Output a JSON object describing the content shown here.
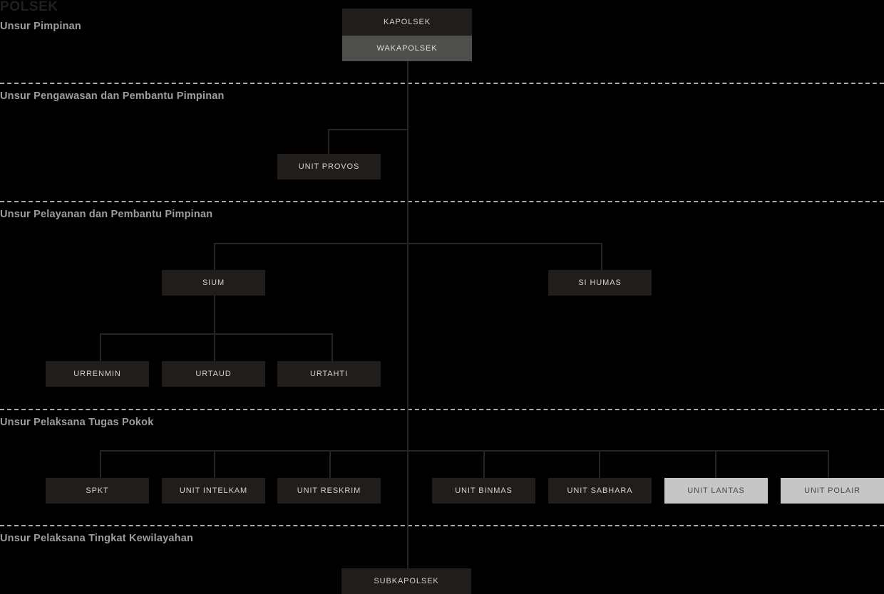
{
  "chart_data": {
    "type": "diagram",
    "title": "POLSEK",
    "subtitle": "",
    "description": "Organizational structure chart of an Indonesian POLSEK (police sector command)",
    "sections": [
      {
        "id": "pimpinan",
        "label": "Unsur Pimpinan"
      },
      {
        "id": "pengawasan",
        "label": "Unsur Pengawasan dan Pembantu Pimpinan"
      },
      {
        "id": "pelayanan",
        "label": "Unsur Pelayanan dan Pembantu Pimpinan"
      },
      {
        "id": "pelaksana",
        "label": "Unsur Pelaksana Tugas Pokok"
      },
      {
        "id": "kewilayahan",
        "label": "Unsur Pelaksana Tingkat Kewilayahan"
      }
    ],
    "nodes": [
      {
        "id": "kapolsek",
        "label": "KAPOLSEK",
        "section": "pimpinan",
        "style": "dark"
      },
      {
        "id": "wakapolsek",
        "label": "WAKAPOLSEK",
        "section": "pimpinan",
        "style": "gray"
      },
      {
        "id": "unit-provos",
        "label": "UNIT PROVOS",
        "section": "pengawasan",
        "style": "dark"
      },
      {
        "id": "sium",
        "label": "SIUM",
        "section": "pelayanan",
        "style": "dark"
      },
      {
        "id": "si-humas",
        "label": "SI HUMAS",
        "section": "pelayanan",
        "style": "dark"
      },
      {
        "id": "urrenmin",
        "label": "URRENMIN",
        "section": "pelayanan",
        "style": "dark"
      },
      {
        "id": "urtaud",
        "label": "URTAUD",
        "section": "pelayanan",
        "style": "dark"
      },
      {
        "id": "urtahti",
        "label": "URTAHTI",
        "section": "pelayanan",
        "style": "dark"
      },
      {
        "id": "spkt",
        "label": "SPKT",
        "section": "pelaksana",
        "style": "dark"
      },
      {
        "id": "unit-intelkam",
        "label": "UNIT INTELKAM",
        "section": "pelaksana",
        "style": "dark"
      },
      {
        "id": "unit-reskrim",
        "label": "UNIT RESKRIM",
        "section": "pelaksana",
        "style": "dark"
      },
      {
        "id": "unit-binmas",
        "label": "UNIT BINMAS",
        "section": "pelaksana",
        "style": "dark"
      },
      {
        "id": "unit-sabhara",
        "label": "UNIT SABHARA",
        "section": "pelaksana",
        "style": "dark"
      },
      {
        "id": "unit-lantas",
        "label": "UNIT LANTAS",
        "section": "pelaksana",
        "style": "light"
      },
      {
        "id": "unit-polair",
        "label": "UNIT POLAIR",
        "section": "pelaksana",
        "style": "light"
      },
      {
        "id": "subkapolsek",
        "label": "SUBKAPOLSEK",
        "section": "kewilayahan",
        "style": "dark"
      }
    ],
    "colors": {
      "background": "#000000",
      "box_dark": "#211d1b",
      "box_gray": "#4f4f4e",
      "box_light": "#c6c6c6",
      "line": "#2a2421",
      "separator": "#ababab",
      "label_text": "#9e9e9e",
      "title_text": "#231f1c"
    }
  },
  "title": {
    "text": "POLSEK"
  },
  "sections": {
    "pimpinan": "Unsur Pimpinan",
    "pengawasan": "Unsur Pengawasan dan Pembantu Pimpinan",
    "pelayanan": "Unsur Pelayanan dan Pembantu Pimpinan",
    "pelaksana": "Unsur Pelaksana Tugas Pokok",
    "kewilayahan": "Unsur Pelaksana Tingkat Kewilayahan"
  },
  "nodes": {
    "kapolsek": "KAPOLSEK",
    "wakapolsek": "WAKAPOLSEK",
    "unit_provos": "UNIT PROVOS",
    "sium": "SIUM",
    "si_humas": "SI HUMAS",
    "urrenmin": "URRENMIN",
    "urtaud": "URTAUD",
    "urtahti": "URTAHTI",
    "spkt": "SPKT",
    "unit_intelkam": "UNIT INTELKAM",
    "unit_reskrim": "UNIT RESKRIM",
    "unit_binmas": "UNIT BINMAS",
    "unit_sabhara": "UNIT SABHARA",
    "unit_lantas": "UNIT LANTAS",
    "unit_polair": "UNIT POLAIR",
    "subkapolsek": "SUBKAPOLSEK"
  }
}
